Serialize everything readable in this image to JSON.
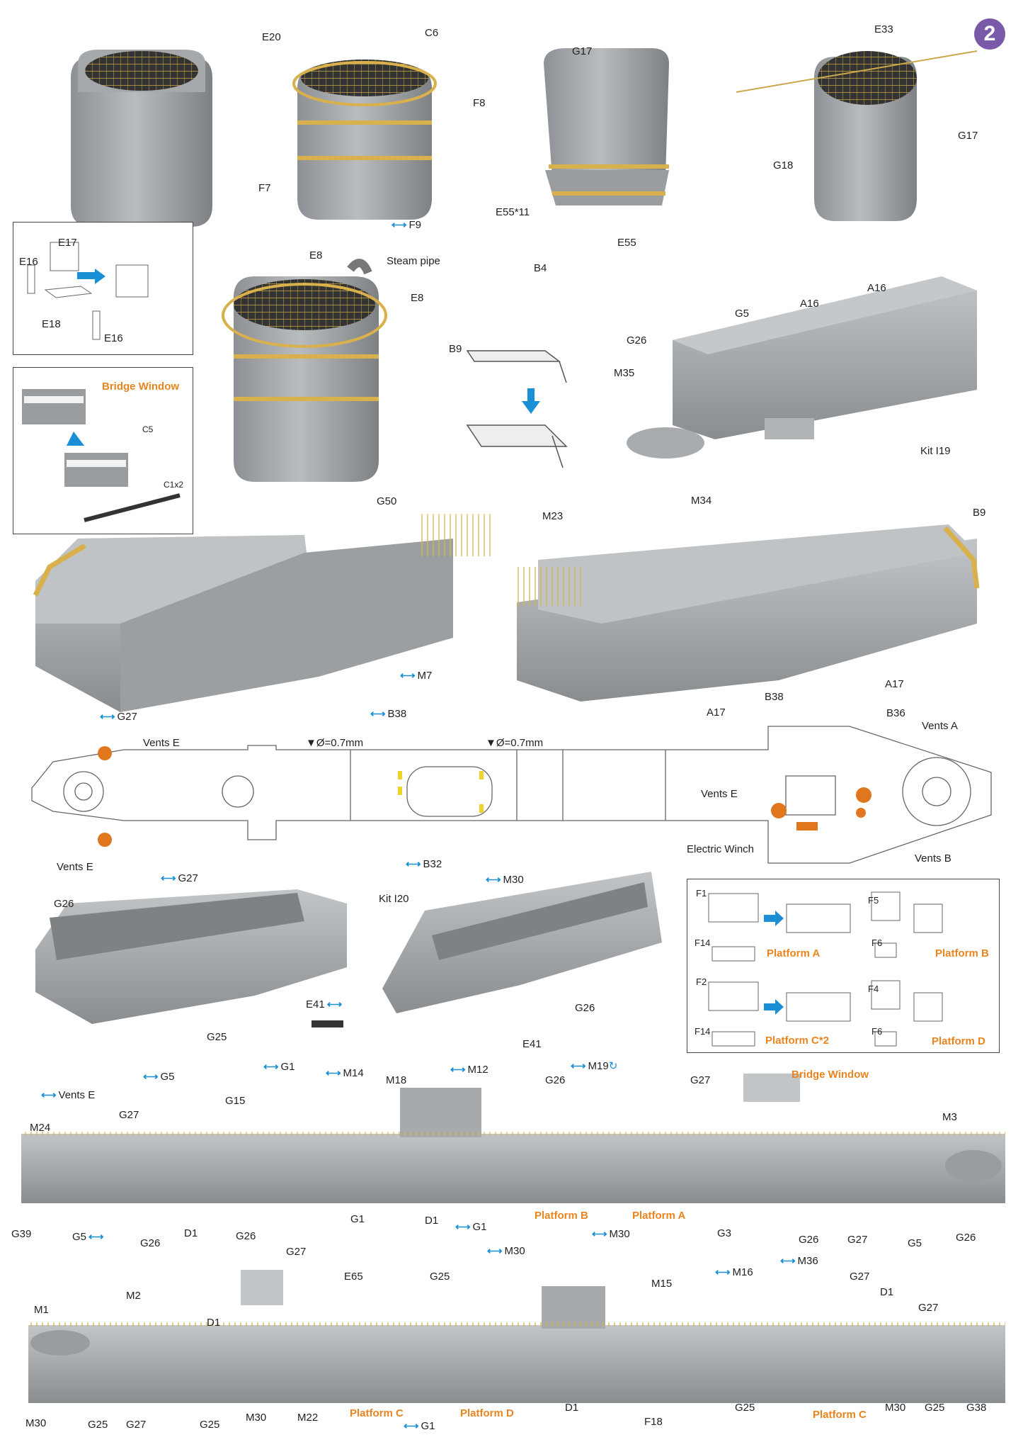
{
  "step_number": "2",
  "funnel_views": {
    "view2": {
      "e20": "E20",
      "c6": "C6",
      "f8": "F8",
      "f7": "F7",
      "f9": "F9"
    },
    "view3": {
      "g17": "G17",
      "e55x11": "E55*11",
      "e55": "E55"
    },
    "view4": {
      "e33": "E33",
      "g17": "G17",
      "g18": "G18"
    }
  },
  "e_detail": {
    "e17": "E17",
    "e16a": "E16",
    "e18": "E18",
    "e16b": "E16"
  },
  "bridge_detail": {
    "title": "Bridge Window",
    "c5": "C5",
    "c1x2": "C1x2"
  },
  "center_funnel": {
    "e8a": "E8",
    "steam": "Steam pipe",
    "e8b": "E8"
  },
  "ladder": {
    "b4": "B4",
    "b9": "B9"
  },
  "box_assembly": {
    "a16a": "A16",
    "a16b": "A16",
    "g5": "G5",
    "g26": "G26",
    "m35": "M35",
    "kit": "Kit I19",
    "m34": "M34"
  },
  "deck_left": {
    "g50": "G50",
    "m23": "M23",
    "m7": "M7",
    "g27": "G27"
  },
  "deck_right": {
    "b9": "B9",
    "a17a": "A17",
    "a17b": "A17"
  },
  "plan_view": {
    "b38_top": "B38",
    "b38_right": "B38",
    "b36": "B36",
    "vents_a": "Vents A",
    "drill1": "Ø=0.7mm",
    "drill2": "Ø=0.7mm",
    "vents_e_top": "Vents E",
    "vents_e_bottom": "Vents E",
    "vents_e_right": "Vents E",
    "electric_winch": "Electric Winch",
    "vents_b": "Vents B",
    "b32": "B32"
  },
  "hull_left": {
    "g27": "G27",
    "g26": "G26",
    "kit": "Kit I20",
    "g25": "G25",
    "e41": "E41"
  },
  "hull_right": {
    "m30": "M30",
    "g26": "G26",
    "e41": "E41"
  },
  "platforms": {
    "a": {
      "top": "F1",
      "bottom": "F14",
      "label": "Platform A"
    },
    "b": {
      "top": "F5",
      "bottom": "F6",
      "label": "Platform B"
    },
    "c": {
      "top": "F2",
      "bottom": "F14",
      "label": "Platform C*2"
    },
    "d": {
      "top": "F4",
      "bottom": "F6",
      "label": "Platform D"
    }
  },
  "side_upper": {
    "vents_e": "Vents E",
    "m24": "M24",
    "g39": "G39",
    "g5a": "G5",
    "g5b": "G5",
    "g27a": "G27",
    "g26a": "G26",
    "g15": "G15",
    "d1a": "D1",
    "g26b": "G26",
    "g1a": "G1",
    "m14": "M14",
    "m18": "M18",
    "g1b": "G1",
    "d1b": "D1",
    "g1c": "G1",
    "m12": "M12",
    "m30a": "M30",
    "g26c": "G26",
    "platform_b": "Platform B",
    "m19": "M19",
    "platform_a": "Platform A",
    "m30b": "M30",
    "g27b": "G27",
    "bridge_window": "Bridge Window",
    "g3": "G3",
    "m3": "M3",
    "g26d": "G26",
    "g27c": "G27",
    "g5c": "G5",
    "g26e": "G26"
  },
  "side_lower": {
    "m1": "M1",
    "m2": "M2",
    "m30a": "M30",
    "g25a": "G25",
    "g27a": "G27",
    "g25b": "G25",
    "d1a": "D1",
    "g27b": "G27",
    "e65": "E65",
    "m30b": "M30",
    "m22": "M22",
    "g25c": "G25",
    "platform_c1": "Platform C",
    "g1": "G1",
    "platform_d": "Platform D",
    "d1b": "D1",
    "m15": "M15",
    "f18": "F18",
    "m16": "M16",
    "m36": "M36",
    "g27c": "G27",
    "d1c": "D1",
    "g27d": "G27",
    "g25d": "G25",
    "platform_c2": "Platform C",
    "m30c": "M30",
    "g25e": "G25",
    "g38": "G38"
  }
}
